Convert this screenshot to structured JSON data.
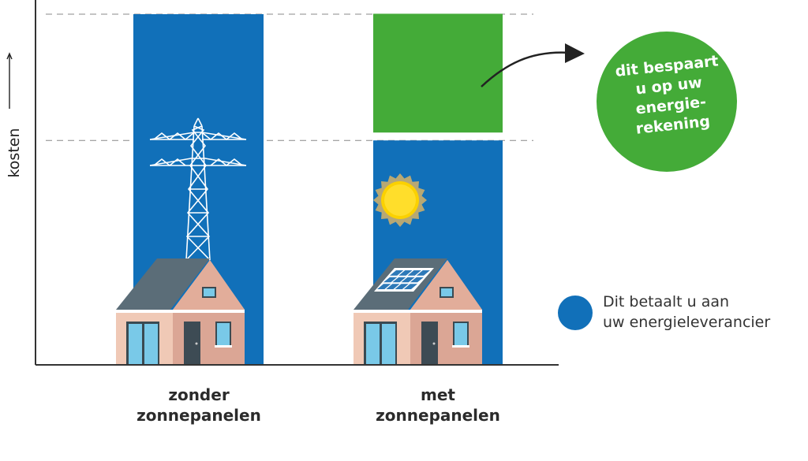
{
  "chart_data": {
    "type": "bar",
    "ylabel": "kosten",
    "categories": [
      "zonder\nzonnepanelen",
      "met\nzonnepanelen"
    ],
    "series": [
      {
        "name": "Dit betaalt u aan\nuw energieleverancier",
        "color": "#1170b9",
        "values": [
          100,
          64
        ]
      },
      {
        "color": "#44ab38",
        "values": [
          0,
          35
        ]
      }
    ],
    "annotations": {
      "savings": "dit bespaart\nu op uw\nenergie-\nrekening"
    },
    "grid": false,
    "legend_position": "right"
  },
  "colors": {
    "supplier": "#1170b9",
    "savings": "#44ab38",
    "axis": "#333333",
    "guide": "#888888"
  },
  "icons": [
    "power-pylon-icon",
    "sun-icon",
    "house-icon",
    "solar-panel-icon",
    "curved-arrow-icon"
  ]
}
